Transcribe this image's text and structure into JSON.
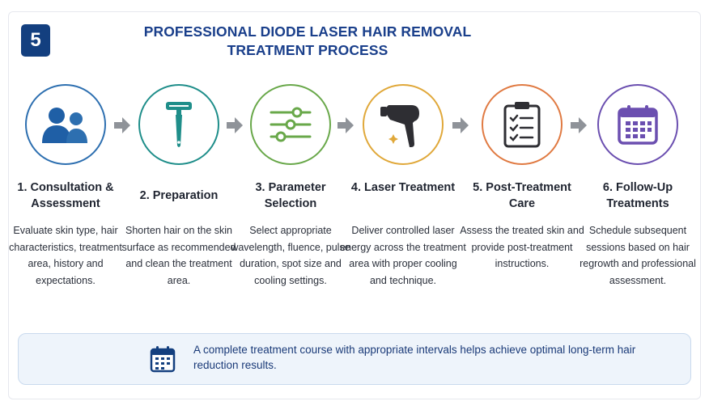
{
  "badge": "5",
  "title": "PROFESSIONAL DIODE LASER HAIR REMOVAL TREATMENT PROCESS",
  "colors": {
    "primary": "#133f7f",
    "step1": "#2d6fb0",
    "step2": "#1f8e8a",
    "step3": "#69a84a",
    "step4": "#e0a83a",
    "step5": "#e07a42",
    "step6": "#6b4fb0",
    "arrow": "#8f9399"
  },
  "steps": [
    {
      "title": "1. Consultation & Assessment",
      "description": "Evaluate skin type, hair characteristics, treatment area, history and expectations.",
      "icon": "users-icon"
    },
    {
      "title": "2. Preparation",
      "description": "Shorten hair on the skin surface as recommended and clean the treatment area.",
      "icon": "razor-icon"
    },
    {
      "title": "3. Parameter Selection",
      "description": "Select appropriate wavelength, fluence, pulse duration, spot size and cooling settings.",
      "icon": "sliders-icon"
    },
    {
      "title": "4. Laser Treatment",
      "description": "Deliver controlled laser energy across the treatment area with proper cooling and technique.",
      "icon": "laser-handpiece-icon"
    },
    {
      "title": "5. Post-Treatment Care",
      "description": "Assess the treated skin and provide post-treatment instructions.",
      "icon": "clipboard-checklist-icon"
    },
    {
      "title": "6. Follow-Up Treatments",
      "description": "Schedule subsequent sessions based on hair regrowth and professional assessment.",
      "icon": "calendar-icon"
    }
  ],
  "footer": {
    "text": "A complete treatment course with appropriate intervals helps achieve optimal long-term hair reduction results.",
    "icon": "calendar-icon"
  }
}
